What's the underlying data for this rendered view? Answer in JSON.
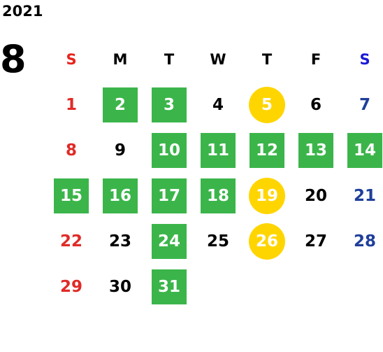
{
  "year": "2021",
  "month": "8",
  "weekdays": [
    {
      "label": "S",
      "color": "#e8231d"
    },
    {
      "label": "M",
      "color": "#000000"
    },
    {
      "label": "T",
      "color": "#000000"
    },
    {
      "label": "W",
      "color": "#000000"
    },
    {
      "label": "T",
      "color": "#000000"
    },
    {
      "label": "F",
      "color": "#000000"
    },
    {
      "label": "S",
      "color": "#1a1ad6"
    }
  ],
  "colors": {
    "sunday": "#e02b27",
    "saturday": "#1f3f9a",
    "weekday": "#000000",
    "highlight_text": "#ffffff",
    "green_bg": "#3bb54a",
    "yellow_bg": "#ffd500"
  },
  "first_weekday_index": 0,
  "days": [
    {
      "day": "1",
      "style": "none"
    },
    {
      "day": "2",
      "style": "green"
    },
    {
      "day": "3",
      "style": "green"
    },
    {
      "day": "4",
      "style": "none"
    },
    {
      "day": "5",
      "style": "yellow"
    },
    {
      "day": "6",
      "style": "none"
    },
    {
      "day": "7",
      "style": "none"
    },
    {
      "day": "8",
      "style": "none"
    },
    {
      "day": "9",
      "style": "none"
    },
    {
      "day": "10",
      "style": "green"
    },
    {
      "day": "11",
      "style": "green"
    },
    {
      "day": "12",
      "style": "green"
    },
    {
      "day": "13",
      "style": "green"
    },
    {
      "day": "14",
      "style": "green"
    },
    {
      "day": "15",
      "style": "green"
    },
    {
      "day": "16",
      "style": "green"
    },
    {
      "day": "17",
      "style": "green"
    },
    {
      "day": "18",
      "style": "green"
    },
    {
      "day": "19",
      "style": "yellow"
    },
    {
      "day": "20",
      "style": "none"
    },
    {
      "day": "21",
      "style": "none"
    },
    {
      "day": "22",
      "style": "none"
    },
    {
      "day": "23",
      "style": "none"
    },
    {
      "day": "24",
      "style": "green"
    },
    {
      "day": "25",
      "style": "none"
    },
    {
      "day": "26",
      "style": "yellow"
    },
    {
      "day": "27",
      "style": "none"
    },
    {
      "day": "28",
      "style": "none"
    },
    {
      "day": "29",
      "style": "none"
    },
    {
      "day": "30",
      "style": "none"
    },
    {
      "day": "31",
      "style": "green"
    }
  ]
}
